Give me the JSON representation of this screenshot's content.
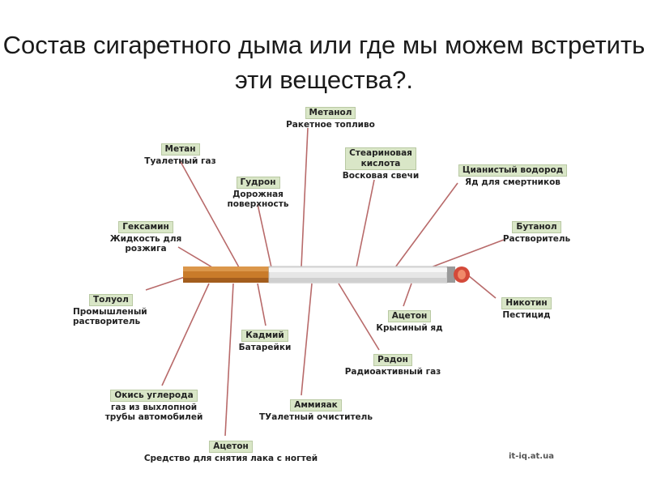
{
  "title": "Состав сигаретного дыма или где мы можем встретить эти вещества?.",
  "colors": {
    "label_bg": "#d9e6c7",
    "line": "#b86a6a",
    "filter": "#c97b2a",
    "paper": "#e8e8e8",
    "ember": "#d44a3a"
  },
  "labels": [
    {
      "id": "metanol",
      "name": "Метанол",
      "desc": "Ракетное топливо"
    },
    {
      "id": "metan",
      "name": "Метан",
      "desc": "Туалетный газ"
    },
    {
      "id": "gudron",
      "name": "Гудрон",
      "desc": "Дорожная\nповерхность"
    },
    {
      "id": "stearin",
      "name": "Стеариновая\nкислота",
      "desc": "Восковая свечи"
    },
    {
      "id": "cyan",
      "name": "Цианистый водород",
      "desc": "Яд для смертников"
    },
    {
      "id": "geksamin",
      "name": "Гексамин",
      "desc": "Жидкость для\nрозжига"
    },
    {
      "id": "butanol",
      "name": "Бутанол",
      "desc": "Растворитель"
    },
    {
      "id": "toluol",
      "name": "Толуол",
      "desc": "Промышленый\nрастворитель"
    },
    {
      "id": "nikotin",
      "name": "Никотин",
      "desc": "Пестицид"
    },
    {
      "id": "aceton1",
      "name": "Ацетон",
      "desc": "Крысиный яд"
    },
    {
      "id": "kadmiy",
      "name": "Кадмий",
      "desc": "Батарейки"
    },
    {
      "id": "radon",
      "name": "Радон",
      "desc": "Радиоактивный газ"
    },
    {
      "id": "okis",
      "name": "Окись углерода",
      "desc": "газ из выхлопной\nтрубы автомобилей"
    },
    {
      "id": "ammiak",
      "name": "Аммияак",
      "desc": "ТУалетный очиститель"
    },
    {
      "id": "aceton2",
      "name": "Ацетон",
      "desc": "Средство для снятия лака с ногтей"
    }
  ],
  "watermark": "it-iq.at.ua"
}
